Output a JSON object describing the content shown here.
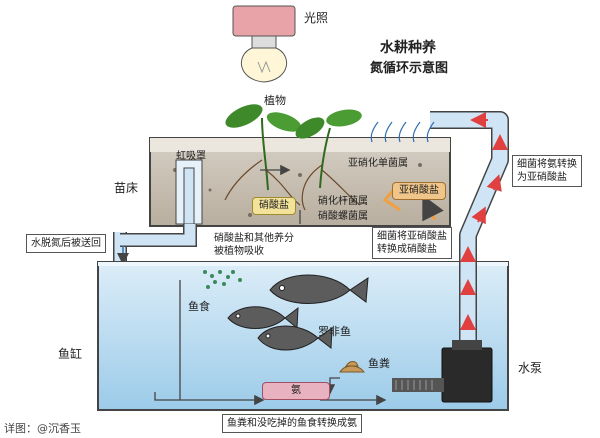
{
  "title": {
    "line1": "水耕种养",
    "line2": "氮循环示意图"
  },
  "light": {
    "label": "光照"
  },
  "plant": {
    "label": "植物"
  },
  "siphon": {
    "label": "虹吸罩"
  },
  "bed": {
    "label": "苗床"
  },
  "tank": {
    "label": "鱼缸"
  },
  "pump": {
    "label": "水泵"
  },
  "return_water": {
    "label": "水脱氮后被送回"
  },
  "bacteria": {
    "nitrosomonas": "亚硝化单菌属",
    "nitrobacter": "硝化杆菌属",
    "nitrospira": "硝酸螺菌属"
  },
  "chemicals": {
    "nitrite": "亚硝酸盐",
    "nitrate": "硝酸盐",
    "ammonia": "氨"
  },
  "notes": {
    "plant_absorb": [
      "硝酸盐和其他养分",
      "被植物吸收"
    ],
    "nitrite_to_nitrate": [
      "细菌将亚硝酸盐",
      "转换成硝酸盐"
    ],
    "ammonia_to_nitrite": [
      "细菌将氨转换",
      "为亚硝酸盐"
    ],
    "waste_to_ammonia": "鱼粪和没吃掉的鱼食转换成氨"
  },
  "fish": {
    "food": "鱼食",
    "tilapia": "罗非鱼",
    "waste": "鱼粪"
  },
  "credit": "详图：@沉香玉",
  "colors": {
    "water": "#cfe7f6",
    "water_deep": "#a9d2ee",
    "pipe": "#cfe5f5",
    "ammonia_box": "#e9b2c0",
    "nitrite_box": "#f0c58a",
    "nitrate_box": "#f3e39a",
    "bulb_cap": "#e8a3a8"
  }
}
